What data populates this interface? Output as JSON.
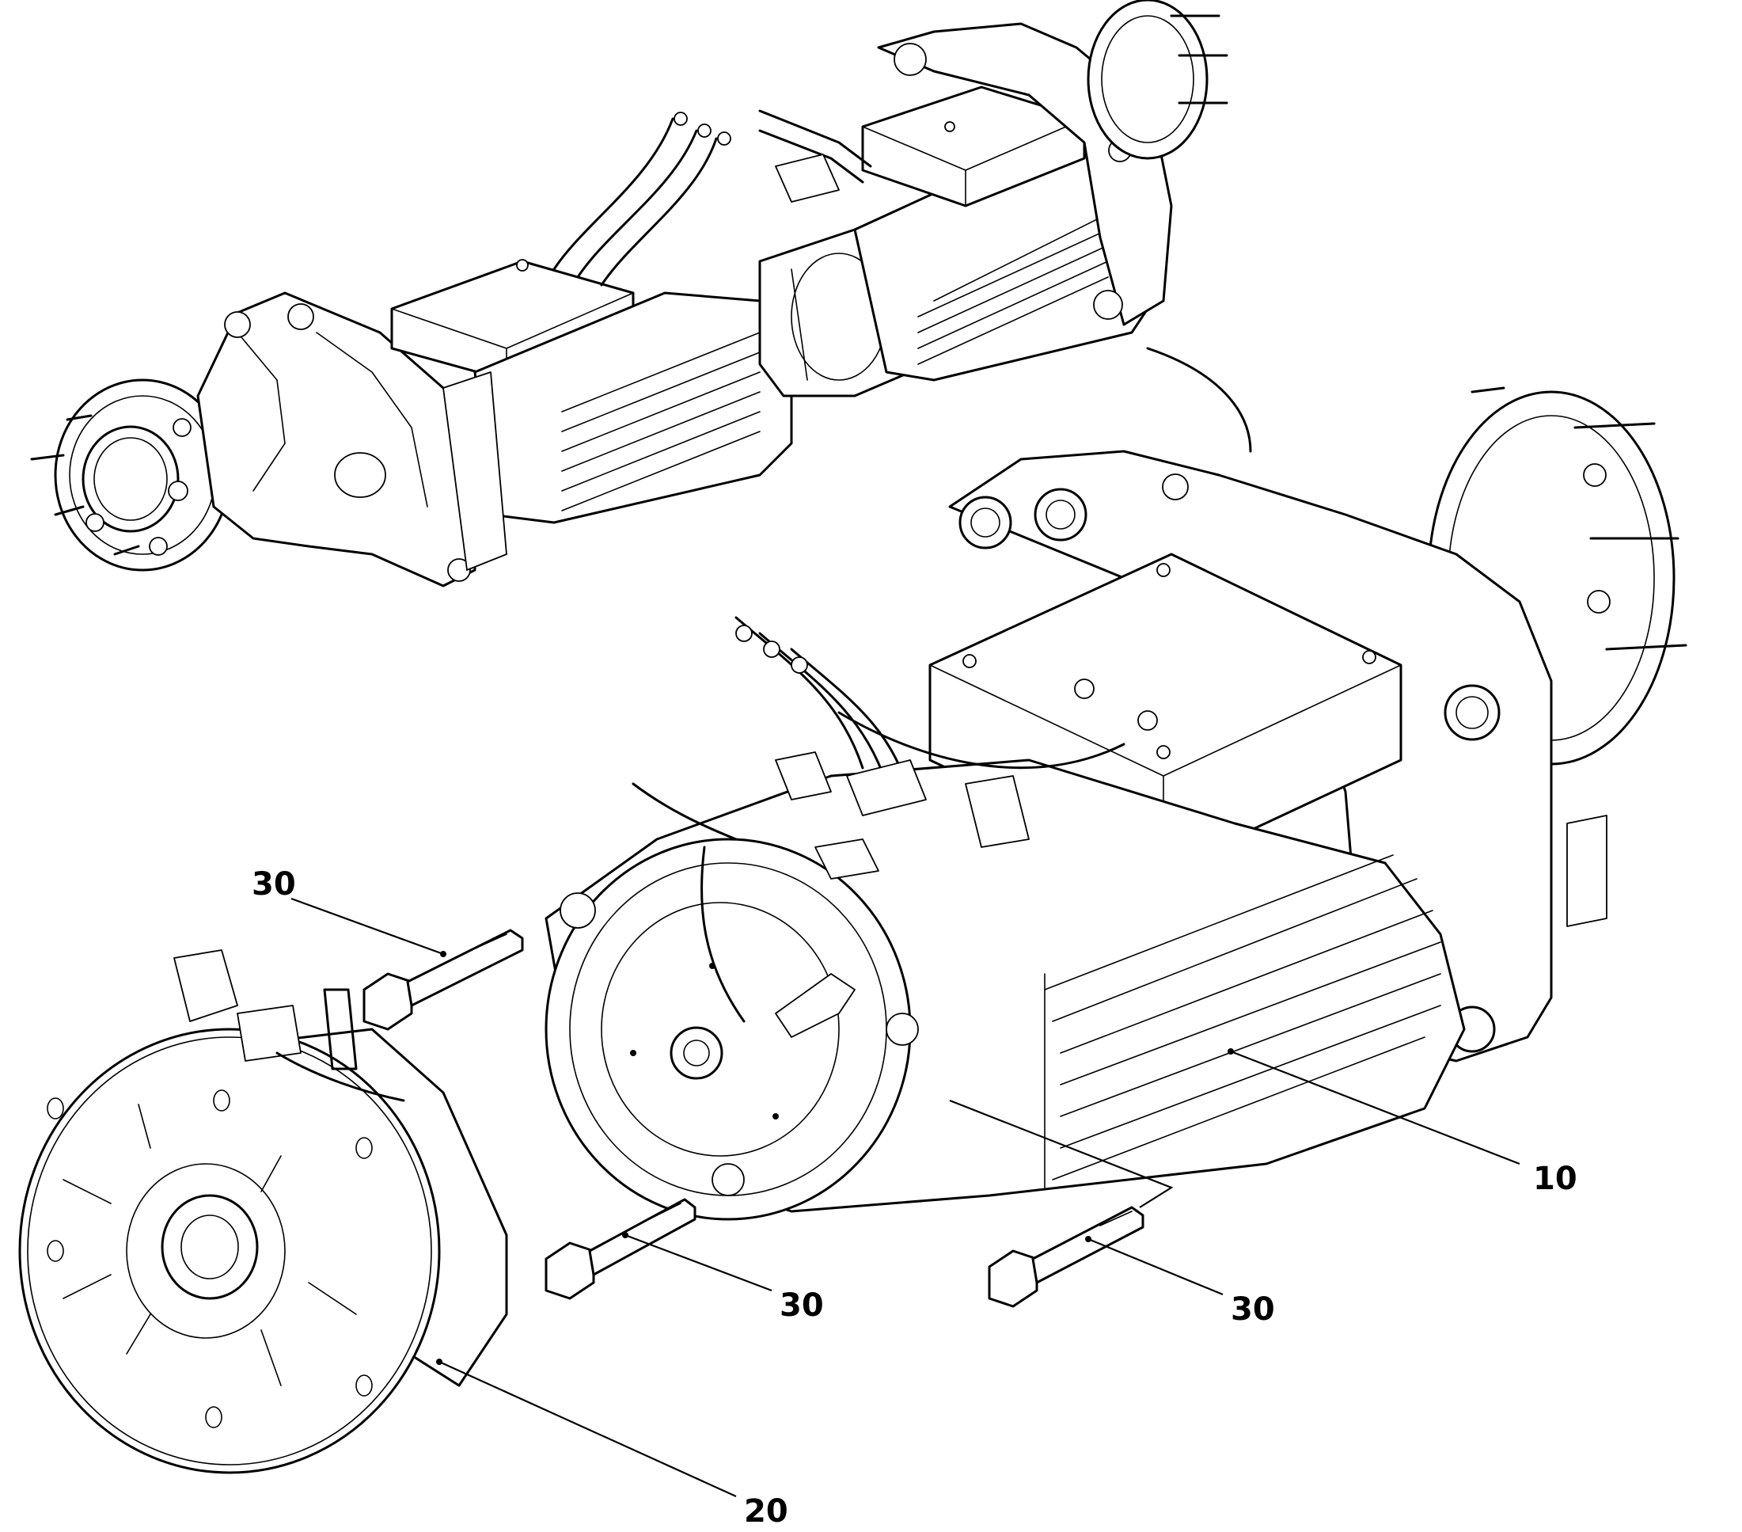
{
  "callouts": {
    "c10": "10",
    "c20": "20",
    "c30_a": "30",
    "c30_b": "30",
    "c30_c": "30"
  },
  "colors": {
    "line": "#000000",
    "background": "#ffffff"
  }
}
